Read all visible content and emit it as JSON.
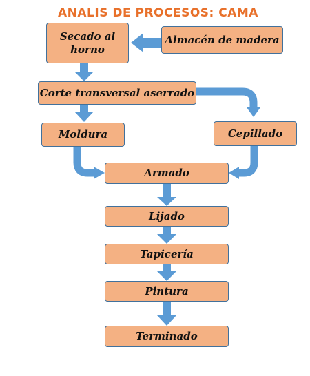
{
  "title": "ANALIS DE PROCESOS: CAMA",
  "steps": {
    "secado": "Secado al horno",
    "almacen": "Almacén de madera",
    "corte": "Corte transversal aserrado",
    "moldura": "Moldura",
    "cepillado": "Cepillado",
    "armado": "Armado",
    "lijado": "Lijado",
    "tapiceria": "Tapicería",
    "pintura": "Pintura",
    "terminado": "Terminado"
  },
  "colors": {
    "box_fill": "#f4b183",
    "box_border": "#41719c",
    "arrow": "#5b9bd5",
    "title": "#e8702a"
  }
}
